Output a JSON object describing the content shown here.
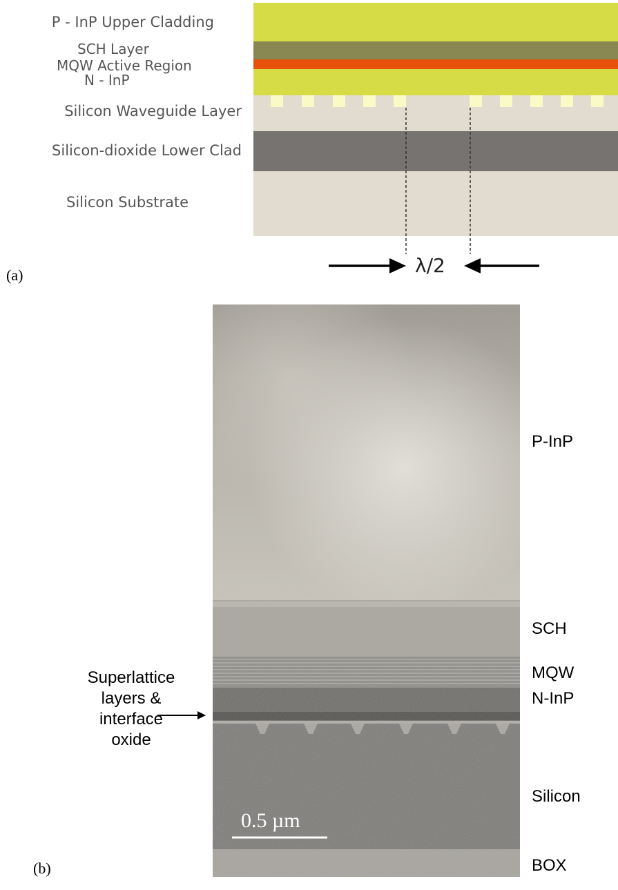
{
  "panel_a": {
    "tag": "(a)",
    "layers": [
      {
        "name": "P - InP Upper Cladding",
        "color": "#d5dc46"
      },
      {
        "name": "SCH Layer",
        "color": "#8a8852"
      },
      {
        "name": "MQW Active Region",
        "color": "#e8510c"
      },
      {
        "name": "N - InP",
        "color": "#d5dc46"
      },
      {
        "name": "Silicon Waveguide Layer",
        "color": "#e2dcd0"
      },
      {
        "name": "Silicon-dioxide Lower Clad",
        "color": "#767370"
      },
      {
        "name": "Silicon Substrate",
        "color": "#e2dcd0"
      }
    ],
    "grating_tooth_color": "#fafac6",
    "period_label": "λ/2"
  },
  "panel_b": {
    "tag": "(b)",
    "labels": {
      "pinp": "P-InP",
      "sch": "SCH",
      "mqw": "MQW",
      "ninp": "N-InP",
      "silicon": "Silicon",
      "box": "BOX"
    },
    "note_lines": [
      "Superlattice",
      "layers &",
      "interface",
      "oxide"
    ],
    "scale_bar": "0.5 µm"
  }
}
